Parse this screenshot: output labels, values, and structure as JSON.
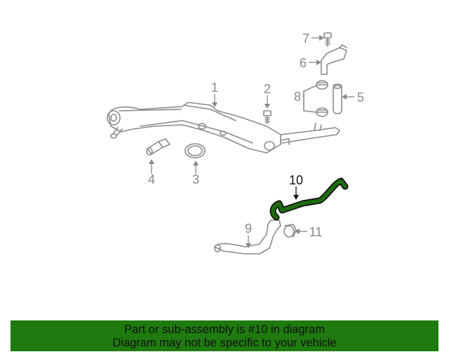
{
  "diagram": {
    "callouts": [
      "1",
      "2",
      "3",
      "4",
      "5",
      "6",
      "7",
      "8",
      "9",
      "10",
      "11"
    ],
    "highlighted_part": "10",
    "colors": {
      "highlight": "#1f6b12",
      "line": "#888888",
      "banner": "#1f7a10"
    }
  },
  "banner": {
    "line1": "Part or sub-assembly is #10 in diagram",
    "line2": "Diagram may not be specific to your vehicle"
  }
}
